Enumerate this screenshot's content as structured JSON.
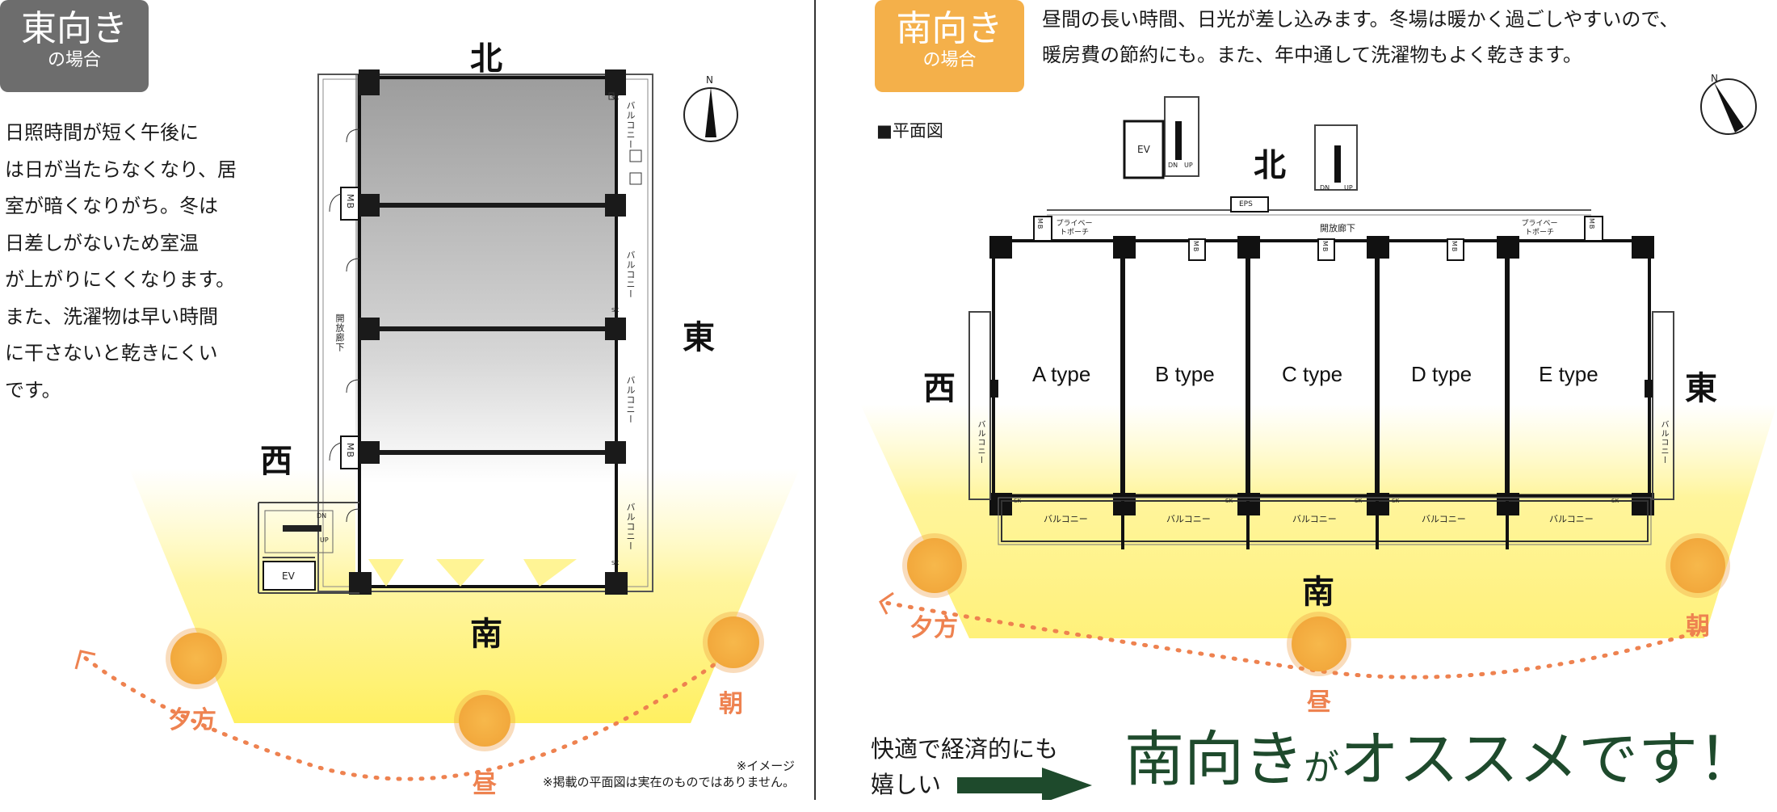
{
  "left": {
    "badge": {
      "main": "東向き",
      "sub": "の場合",
      "color": "#6d6d6d"
    },
    "description": "日照時間が短く午後には日が当たらなくなり、居室が暗くなりがち。冬は日差しがないため室温が上がりにくくなります。また、洗濯物は早い時間に干さないと乾きにくいです。",
    "desc_lines": [
      "日照時間が短く午後に",
      "は日が当たらなくなり、居",
      "室が暗くなりがち。冬は",
      "日差しがないため室温",
      "が上がりにくくなります。",
      "また、洗濯物は早い時間",
      "に干さないと乾きにくい",
      "です。"
    ],
    "directions": {
      "north": "北",
      "east": "東",
      "west": "西",
      "south": "南"
    },
    "sun_labels": {
      "morning": "朝",
      "noon": "昼",
      "evening": "夕方"
    },
    "plan_labels": {
      "corridor": "開放廊下",
      "balcony": "バルコニー",
      "mb": "MB",
      "sk": "SK",
      "ev": "EV",
      "dn": "DN",
      "up": "UP"
    },
    "compass": "N",
    "notes": [
      "※イメージ",
      "※掲載の平面図は実在のものではありません。"
    ]
  },
  "right": {
    "badge": {
      "main": "南向き",
      "sub": "の場合",
      "color": "#f4b04a"
    },
    "description_lines": [
      "昼間の長い時間、日光が差し込みます。冬場は暖かく過ごしやすいので、",
      "暖房費の節約にも。また、年中通して洗濯物もよく乾きます。"
    ],
    "plan_title": "■平面図",
    "directions": {
      "north": "北",
      "east": "東",
      "west": "西",
      "south": "南"
    },
    "types": [
      "A type",
      "B type",
      "C type",
      "D type",
      "E type"
    ],
    "sun_labels": {
      "morning": "朝",
      "noon": "昼",
      "evening": "夕方"
    },
    "plan_labels": {
      "corridor": "開放廊下",
      "porch": "プライベートポーチ",
      "balcony": "バルコニー",
      "eps": "EPS",
      "ev": "EV",
      "dn": "DN",
      "up": "UP",
      "mb": "MB",
      "sk": "SK"
    },
    "compass": "N",
    "footer_small": [
      "快適で経済的にも",
      "嬉しい"
    ],
    "footer_big_a": "南向き",
    "footer_big_b": "が",
    "footer_big_c": "オススメです！",
    "accent_green": "#1e4a2c"
  }
}
